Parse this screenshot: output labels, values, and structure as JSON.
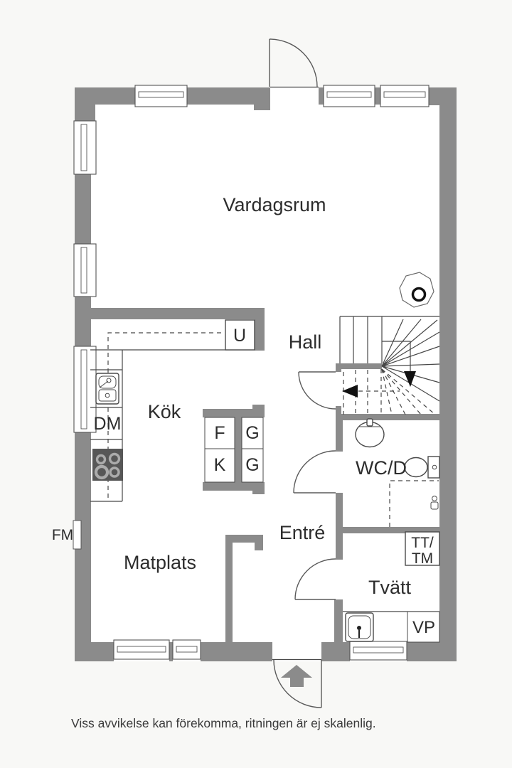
{
  "palette": {
    "wall": "#8b8b8b",
    "line": "#474747",
    "text": "#2d2d2d",
    "background": "#f8f8f6",
    "floor": "#ffffff",
    "stove": "#575757"
  },
  "rooms": {
    "living_room": "Vardagsrum",
    "hall": "Hall",
    "kitchen": "Kök",
    "dining": "Matplats",
    "entry": "Entré",
    "wc_shower": "WC/D",
    "laundry": "Tvätt"
  },
  "fixtures": {
    "tall_cabinet": "U",
    "dishwasher": "DM",
    "freezer": "F",
    "fridge": "K",
    "cabinet_upper": "G",
    "cabinet_lower": "G",
    "fresh_air_vent": "FM",
    "dryer_washer_line1": "TT/",
    "dryer_washer_line2": "TM",
    "water_heater": "VP"
  },
  "footer": {
    "note": "Viss avvikelse kan förekomma, ritningen är ej skalenlig."
  }
}
